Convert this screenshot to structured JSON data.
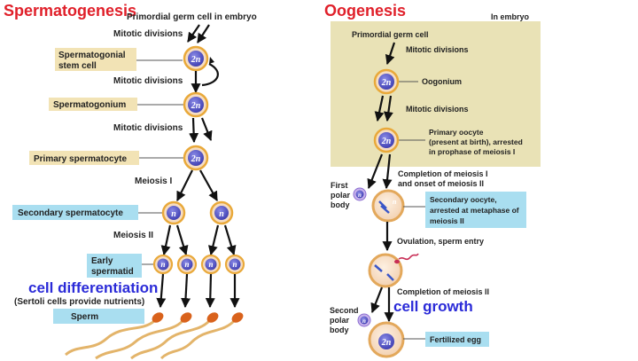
{
  "spermatogenesis": {
    "title": "Spermatogenesis",
    "primordial": "Primordial germ cell in embryo",
    "mitotic": "Mitotic divisions",
    "stem_cell_line1": "Spermatogonial",
    "stem_cell_line2": "stem cell",
    "spermatogonium": "Spermatogonium",
    "primary": "Primary spermatocyte",
    "meiosis1": "Meiosis I",
    "secondary": "Secondary spermatocyte",
    "meiosis2": "Meiosis II",
    "early_line1": "Early",
    "early_line2": "spermatid",
    "differentiation": "cell differentiation",
    "sertoli": "(Sertoli cells provide nutrients)",
    "sperm": "Sperm",
    "ploidy_2n": "2n",
    "ploidy_n": "n"
  },
  "oogenesis": {
    "title": "Oogenesis",
    "in_embryo": "In embryo",
    "primordial": "Primordial germ cell",
    "mitotic": "Mitotic divisions",
    "oogonium": "Oogonium",
    "primary_line1": "Primary oocyte",
    "primary_line2": "(present at birth), arrested",
    "primary_line3": "in prophase of meiosis I",
    "completion1_line1": "Completion of meiosis I",
    "completion1_line2": "and onset of meiosis II",
    "first_polar_line1": "First",
    "first_polar_line2": "polar",
    "first_polar_line3": "body",
    "secondary_line1": "Secondary oocyte,",
    "secondary_line2": "arrested at metaphase of",
    "secondary_line3": "meiosis II",
    "ovulation": "Ovulation, sperm entry",
    "completion2": "Completion of meiosis II",
    "second_polar_line1": "Second",
    "second_polar_line2": "polar",
    "second_polar_line3": "body",
    "growth": "cell growth",
    "fertilized": "Fertilized egg",
    "ploidy_2n": "2n",
    "ploidy_n": "n"
  },
  "colors": {
    "title_red": "#e0202a",
    "note_blue": "#2b2bd8",
    "label_box": "#f2e3b5",
    "blue_box": "#a9def0",
    "embryo_panel": "#e9e2b6",
    "nucleus": "#5b5bcb",
    "cell_fill": "#f6ddc2",
    "cell_ring": "#e9a93a",
    "sperm_tail": "#e3b46a",
    "sperm_head": "#d9621c"
  }
}
